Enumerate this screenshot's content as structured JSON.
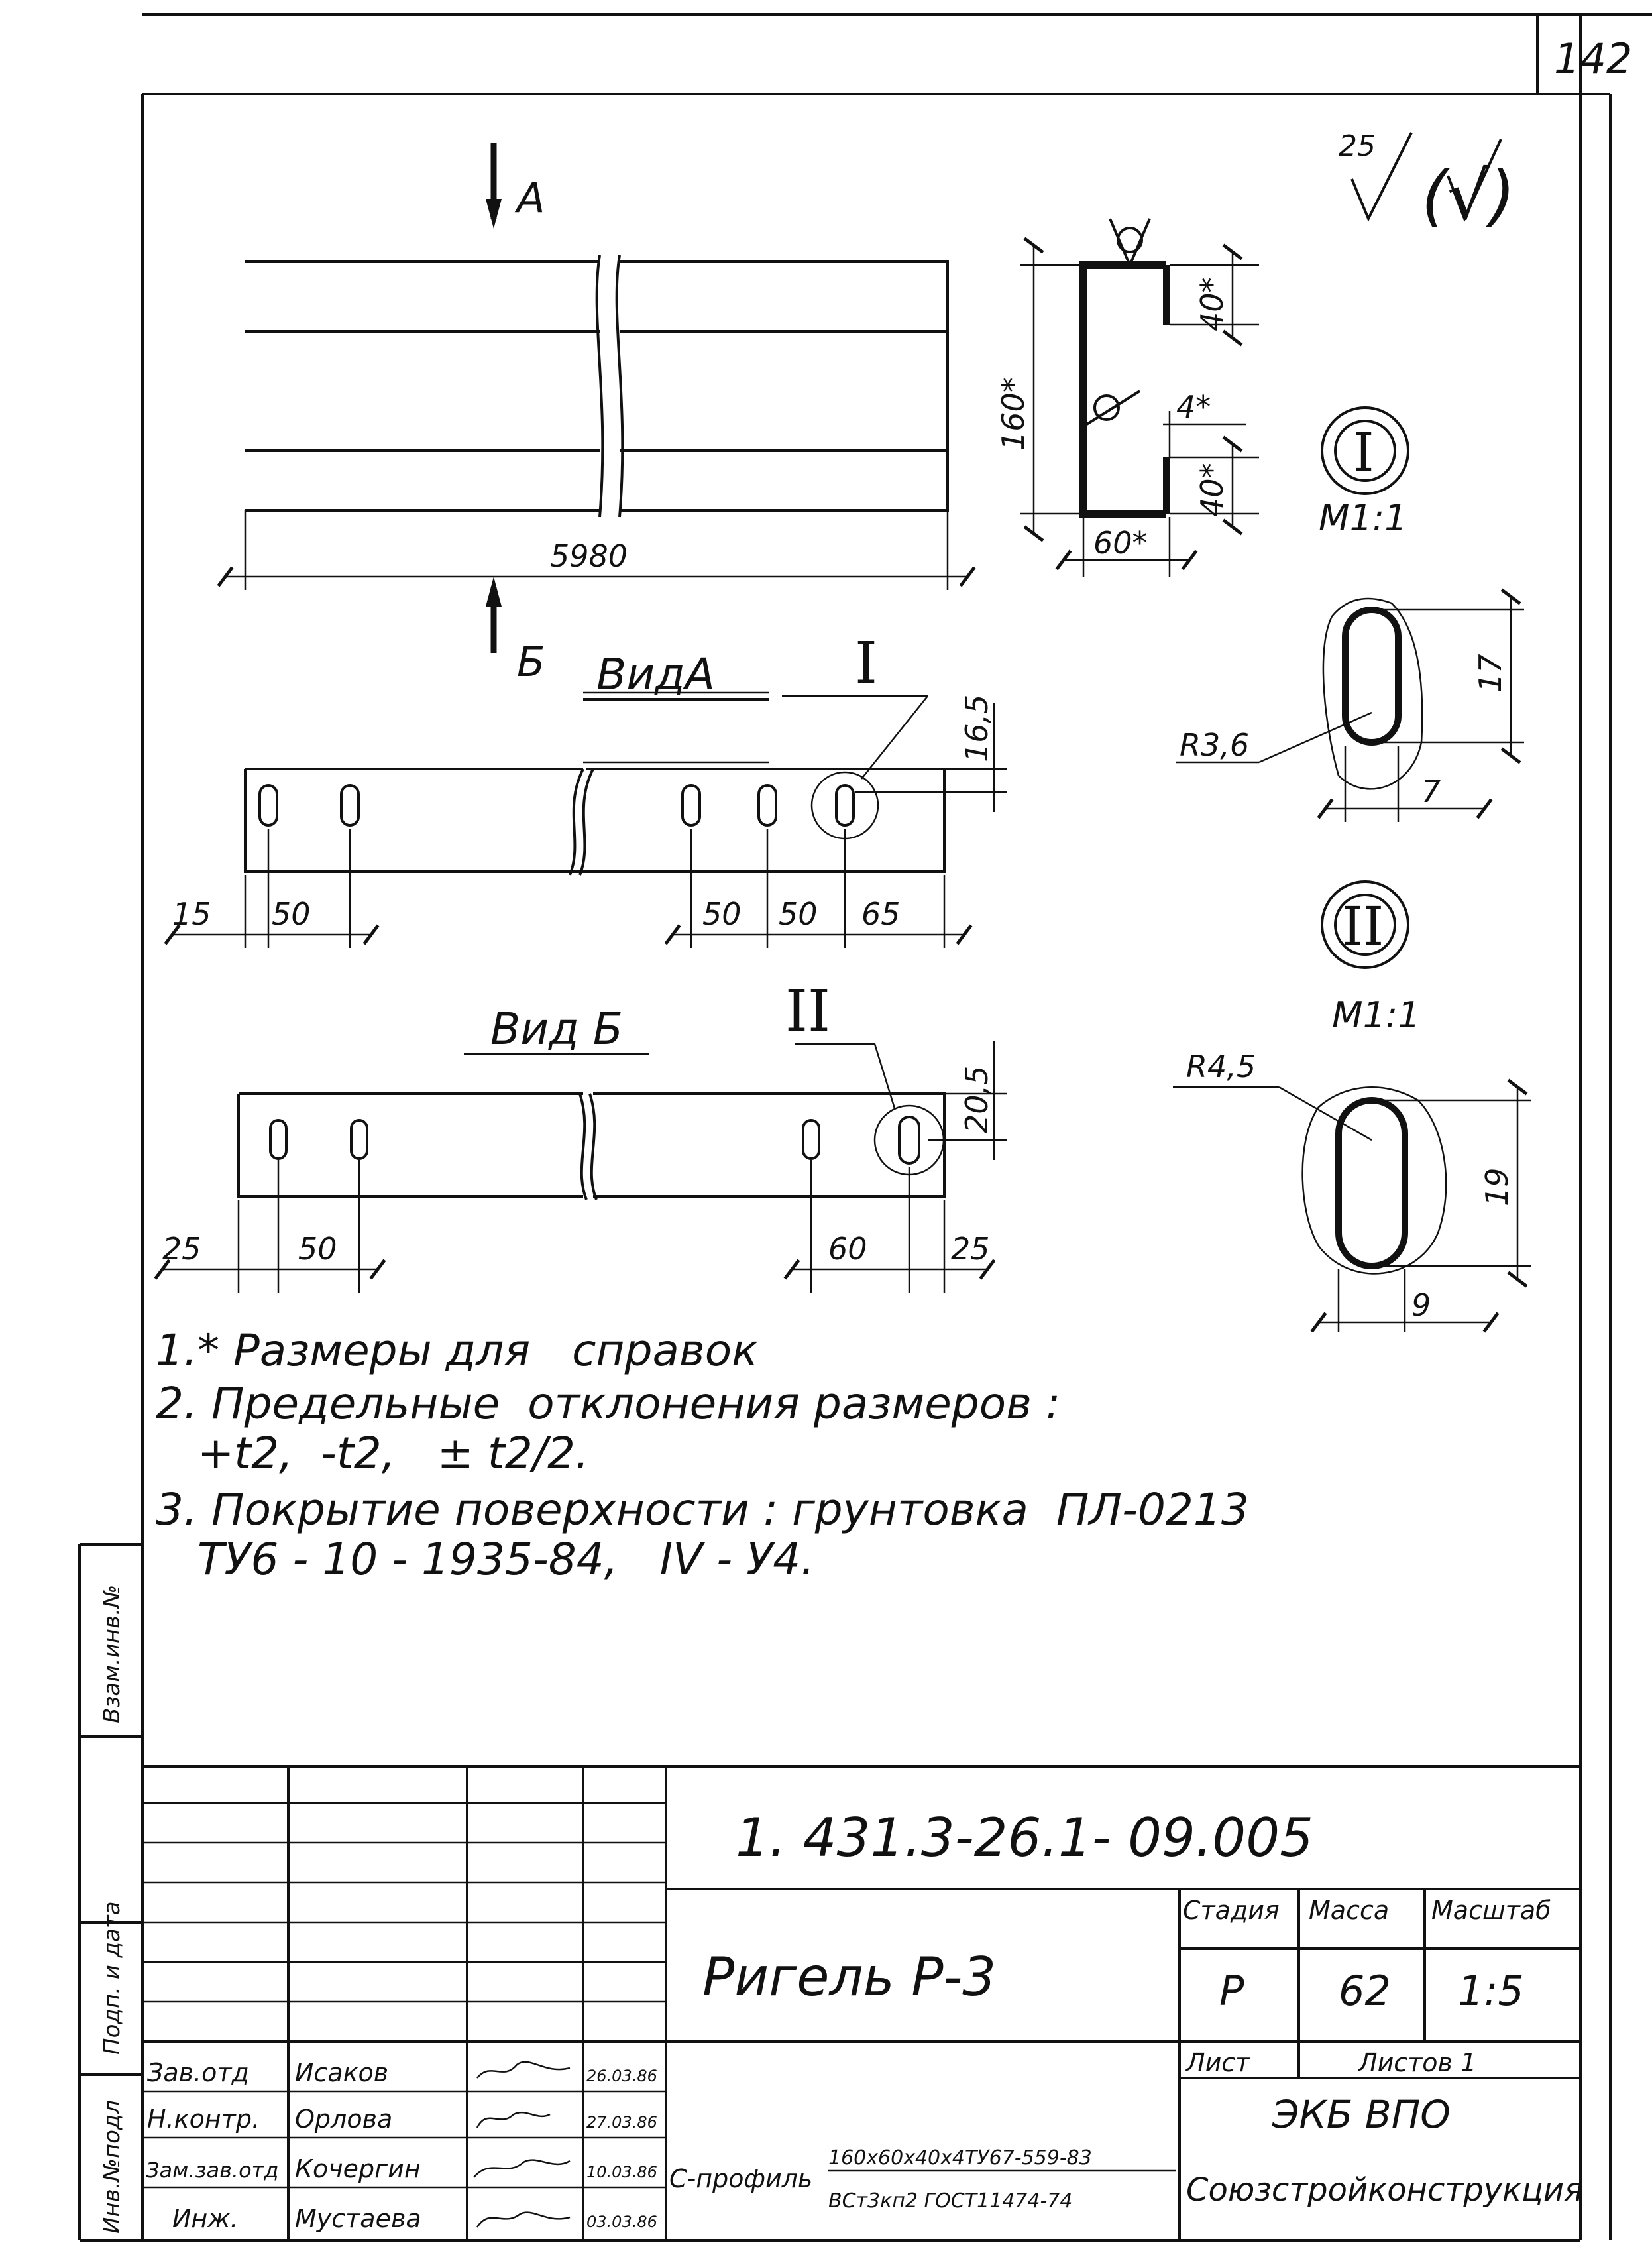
{
  "sheet_number": "142",
  "roughness": {
    "base": "25",
    "secondary": "(√)"
  },
  "views": {
    "arrow_a": "А",
    "arrow_b": "Б",
    "view_a_title": "ВидА",
    "view_b_title": "Вид Б"
  },
  "main_view": {
    "length": "5980"
  },
  "section": {
    "height": "160*",
    "width": "60*",
    "flange_top": "40*",
    "flange_bottom": "40*",
    "gap": "4*"
  },
  "view_a": {
    "callout": "I",
    "edge_offset": "16,5",
    "dim_left": "15",
    "dim_pitch_left": "50",
    "dim_pitch_r1": "50",
    "dim_pitch_r2": "50",
    "dim_end": "65"
  },
  "view_b": {
    "callout": "II",
    "edge_offset": "20,5",
    "dim_left": "25",
    "dim_pitch_left": "50",
    "dim_pitch_right": "60",
    "dim_end": "25"
  },
  "detail_1": {
    "label": "I",
    "scale": "М1:1",
    "radius": "R3,6",
    "height": "17",
    "width": "7"
  },
  "detail_2": {
    "label": "II",
    "scale": "М1:1",
    "radius": "R4,5",
    "height": "19",
    "width": "9"
  },
  "notes": [
    "1.* Размеры для   справок",
    "2. Предельные  отклонения размеров :",
    "   +t2,  -t2,   ± t2/2.",
    "3. Покрытие поверхности : грунтовка  ПЛ-0213",
    "   ТУ6 - 10 - 1935-84,   IV - У4."
  ],
  "side_stamps": [
    "Инв.№подл",
    "Подп. и дата",
    "Взам.инв.№"
  ],
  "title_block": {
    "designation": "1. 431.3-26.1- 09.005",
    "name": "Ригель Р-3",
    "stage_header": "Стадия",
    "mass_header": "Масса",
    "scale_header": "Масштаб",
    "stage": "Р",
    "mass": "62",
    "scale": "1:5",
    "sheet_label": "Лист",
    "sheets_label": "Листов 1",
    "organization_1": "ЭКБ  ВПО",
    "organization_2": "Союзстройконструкция",
    "material_label": "С-профиль",
    "material_top": "160х60х40х4ТУ67-559-83",
    "material_bottom": "ВСт3кп2 ГОСТ11474-74",
    "signatures": [
      {
        "role": "Зав.отд",
        "name": "Исаков",
        "date": "26.03.86"
      },
      {
        "role": "Н.контр.",
        "name": "Орлова",
        "date": "27.03.86"
      },
      {
        "role": "Зам.зав.отд",
        "name": "Кочергин",
        "date": "10.03.86"
      },
      {
        "role": "Инж.",
        "name": "Мустаева",
        "date": "03.03.86"
      }
    ]
  }
}
